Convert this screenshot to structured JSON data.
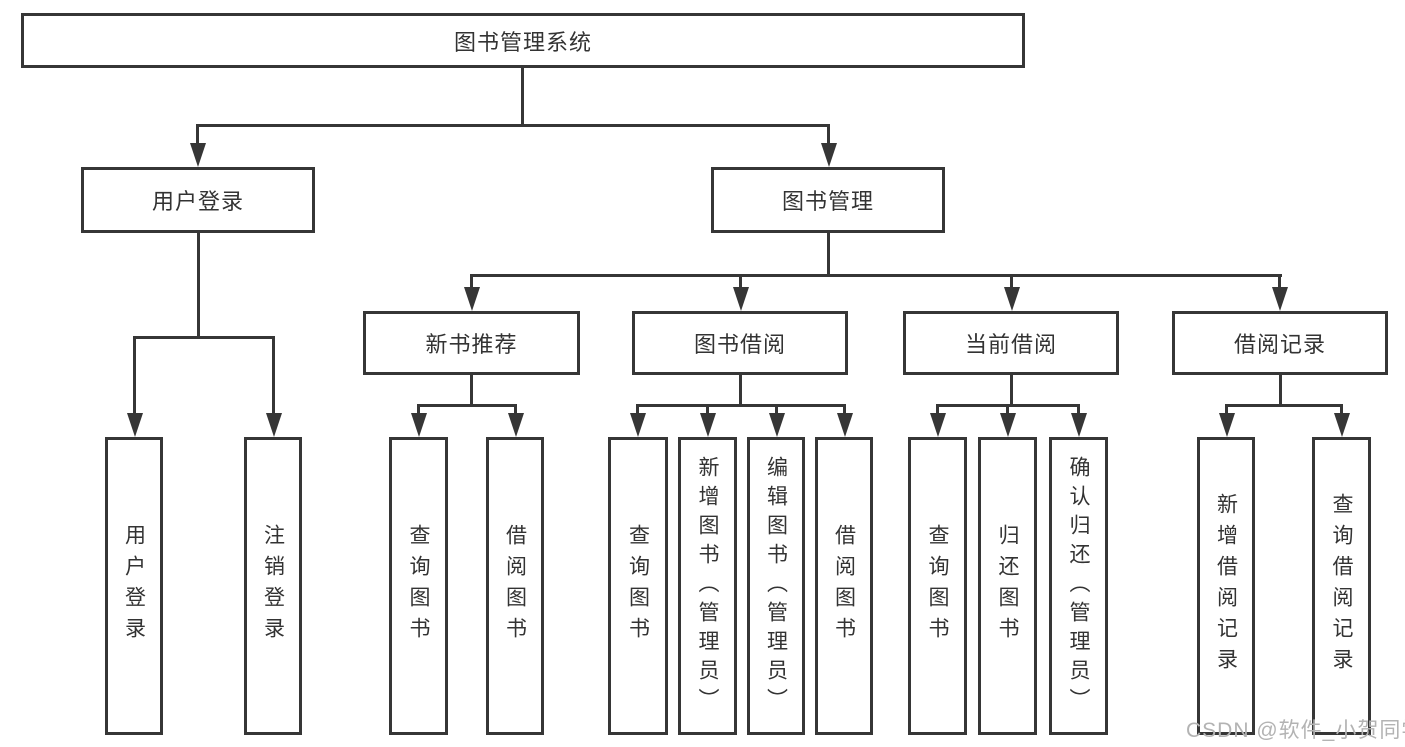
{
  "diagram": {
    "nodes": {
      "root": "图书管理系统",
      "user_login": "用户登录",
      "book_mgmt": "图书管理",
      "user_login_leaf": "用户登录",
      "logout_leaf": "注销登录",
      "new_book_rec": "新书推荐",
      "book_borrow": "图书借阅",
      "current_borrow": "当前借阅",
      "borrow_records": "借阅记录",
      "nb_query_books": "查询图书",
      "nb_borrow_books": "借阅图书",
      "bb_query_books": "查询图书",
      "bb_add_books_admin": "新增图书（管理员）",
      "bb_edit_books_admin": "编辑图书（管理员）",
      "bb_borrow_books": "借阅图书",
      "cb_query_books": "查询图书",
      "cb_return_books": "归还图书",
      "cb_confirm_return_admin": "确认归还（管理员）",
      "br_add_record": "新增借阅记录",
      "br_query_record": "查询借阅记录"
    },
    "colors": {
      "line": "#363636",
      "text": "#333333",
      "background": "#ffffff",
      "watermark": "#b3b3b3"
    },
    "watermark": {
      "text": "CSDN @软件_小贺同学"
    }
  }
}
